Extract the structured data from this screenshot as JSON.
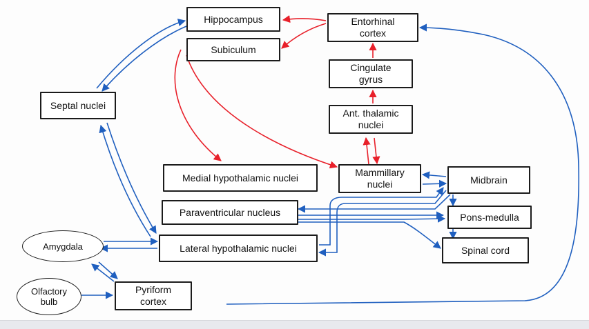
{
  "diagram": {
    "nodes": {
      "hippocampus": "Hippocampus",
      "subiculum": "Subiculum",
      "entorhinal": "Entorhinal\ncortex",
      "cingulate": "Cingulate\ngyrus",
      "ant_thalamic": "Ant. thalamic\nnuclei",
      "septal": "Septal nuclei",
      "medial_hypo": "Medial hypothalamic nuclei",
      "mammillary": "Mammillary\nnuclei",
      "midbrain": "Midbrain",
      "paraventricular": "Paraventricular nucleus",
      "pons": "Pons-medulla",
      "lateral_hypo": "Lateral hypothalamic nuclei",
      "spinal": "Spinal cord",
      "amygdala": "Amygdala",
      "olfactory": "Olfactory\nbulb",
      "pyriform": "Pyriform\ncortex"
    },
    "colors": {
      "red_arrow": "#e8202a",
      "blue_arrow": "#1f5fbf",
      "box_border": "#1b1b1b"
    }
  }
}
